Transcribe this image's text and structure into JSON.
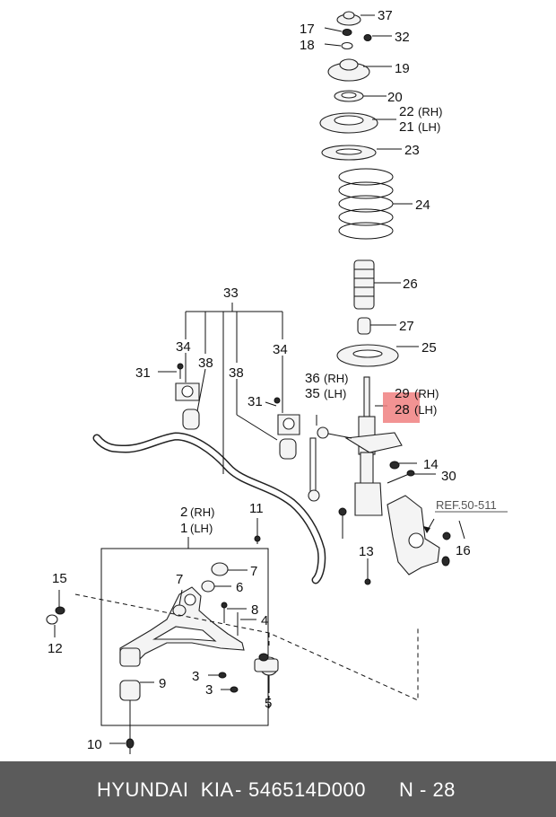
{
  "diagram": {
    "labels": {
      "37": "37",
      "17": "17",
      "32": "32",
      "18": "18",
      "19": "19",
      "20": "20",
      "22": "22",
      "22_side": "(RH)",
      "21": "21",
      "21_side": "(LH)",
      "23": "23",
      "24": "24",
      "26": "26",
      "27": "27",
      "25": "25",
      "33": "33",
      "34a": "34",
      "34b": "34",
      "31a": "31",
      "31b": "31",
      "38a": "38",
      "38b": "38",
      "36": "36",
      "36_side": "(RH)",
      "35": "35",
      "35_side": "(LH)",
      "29": "29",
      "29_side": "(RH)",
      "28": "28",
      "28_side": "(LH)",
      "14": "14",
      "30": "30",
      "ref": "REF.50-511",
      "16": "16",
      "2": "2",
      "2_side": "(RH)",
      "1": "1",
      "1_side": "(LH)",
      "11": "11",
      "13": "13",
      "15": "15",
      "12": "12",
      "7a": "7",
      "7b": "7",
      "6": "6",
      "8": "8",
      "4": "4",
      "3a": "3",
      "3b": "3",
      "9": "9",
      "5": "5",
      "10": "10"
    },
    "highlight_color": "#f08080"
  },
  "footer": {
    "brand": "HYUNDAI  KIA",
    "separator": "-",
    "part_number": "546514D000",
    "position_ref": "N - 28",
    "background": "#5b5b5b"
  }
}
